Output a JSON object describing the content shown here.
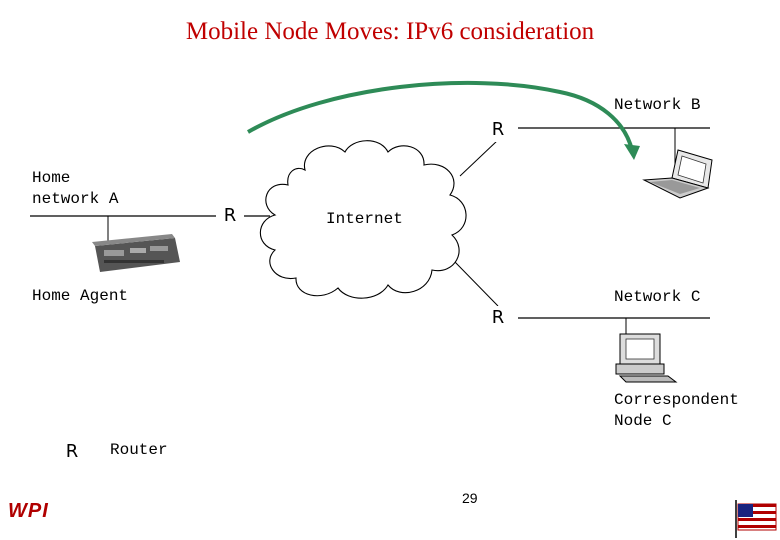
{
  "title": "Mobile Node Moves: IPv6 consideration",
  "labels": {
    "home_network": "Home\nnetwork A",
    "home_agent": "Home Agent",
    "internet": "Internet",
    "network_b": "Network B",
    "network_c": "Network C",
    "correspondent": "Correspondent\nNode C",
    "router_legend": "Router",
    "router_symbol": "R"
  },
  "page_number": "29",
  "logo": "WPI",
  "colors": {
    "title": "#c00000",
    "arrow": "#2e8b57",
    "logo": "#b00000"
  },
  "icons": [
    "home-agent-server-icon",
    "laptop-icon",
    "desktop-computer-icon",
    "us-flag-icon",
    "internet-cloud-icon",
    "move-arrow-icon"
  ]
}
